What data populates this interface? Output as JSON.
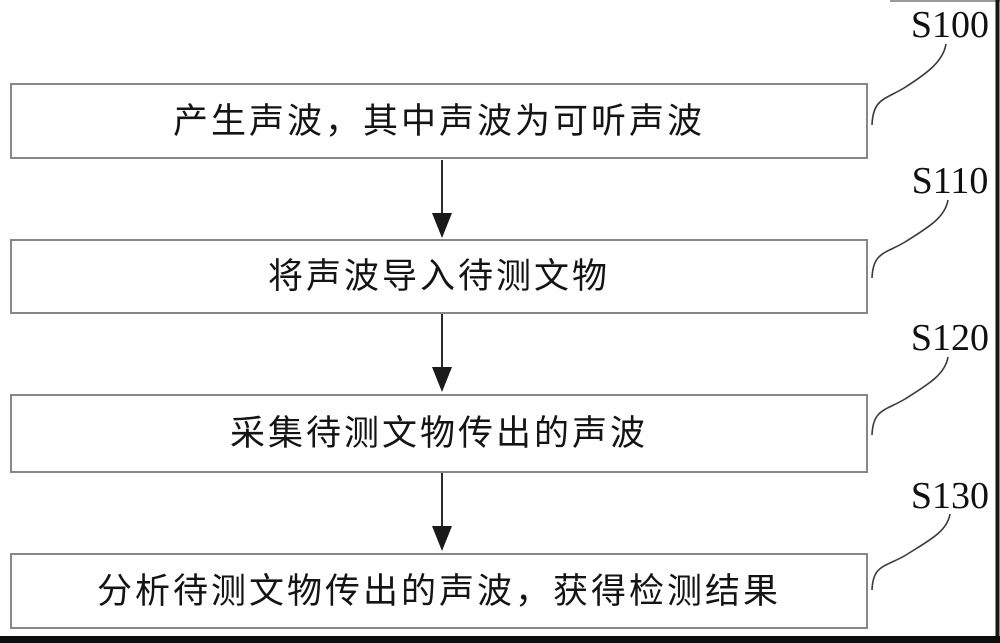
{
  "figure": {
    "kind": "flowchart",
    "steps": [
      {
        "label": "S100",
        "text": "产生声波，其中声波为可听声波"
      },
      {
        "label": "S110",
        "text": "将声波导入待测文物"
      },
      {
        "label": "S120",
        "text": "采集待测文物传出的声波"
      },
      {
        "label": "S130",
        "text": "分析待测文物传出的声波，获得检测结果"
      }
    ],
    "colors": {
      "box_border": "#878787",
      "line": "#2b2b2b",
      "text": "#141414",
      "page_rule": "#0d0d0d"
    }
  }
}
